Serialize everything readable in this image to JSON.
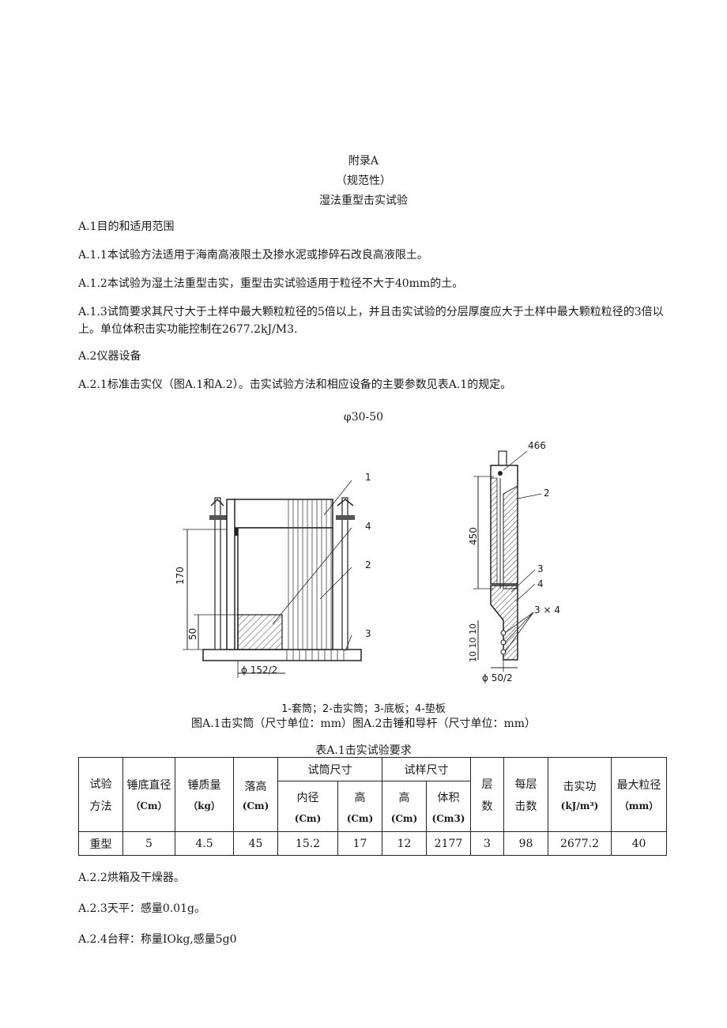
{
  "appendix": {
    "title": "附录A",
    "type": "（规范性）",
    "name": "湿法重型击实试验"
  },
  "sections": {
    "a1_heading": "A.1目的和适用范围",
    "a1_1": "A.1.1本试验方法适用于海南高液限土及掺水泥或掺碎石改良高液限土。",
    "a1_2": "A.1.2本试验为湿土法重型击实，重型击实试验适用于粒径不大于40mm的土。",
    "a1_3": "A.1.3试筒要求其尺寸大于土样中最大颗粒粒径的5倍以上，并且击实试验的分层厚度应大于土样中最大颗粒粒径的3倍以上。单位体积击实功能控制在2677.2kJ/M3.",
    "a2_heading": "A.2仪器设备",
    "a2_1": "A.2.1标准击实仪（图A.1和A.2）。击实试验方法和相应设备的主要参数见表A.1的规定。",
    "a2_2": "A.2.2烘箱及干燥器。",
    "a2_3": "A.2.3天平：感量0.01g。",
    "a2_4": "A.2.4台秤：称量IOkg,感量5g0"
  },
  "figure": {
    "top_label": "φ30-50",
    "fig1_dims": {
      "d170": "170",
      "d50": "50",
      "d152": "ϕ 152/2"
    },
    "fig1_labels": [
      "1",
      "4",
      "2",
      "3"
    ],
    "fig2_dims": {
      "d466": "466",
      "d450": "450",
      "d10": "10 10 10",
      "d50": "ϕ 50/2",
      "d3x4": "3 × 4"
    },
    "fig2_labels": [
      "2",
      "3",
      "4"
    ],
    "legend": "1-套筒；2-击实筒；3-底板；4-垫板",
    "caption": "图A.1击实筒（尺寸单位：mm）图A.2击锤和导杆（尺寸单位：mm）"
  },
  "table": {
    "caption": "表A.1击实试验要求",
    "headers": {
      "method": [
        "试验",
        "方法"
      ],
      "hammer_dia": [
        "锤底直径",
        "（Cm）"
      ],
      "hammer_mass": [
        "锤质量",
        "（kg）"
      ],
      "drop": [
        "落高",
        "(Cm)"
      ],
      "cylinder": "试筒尺寸",
      "cyl_inner": [
        "内径",
        "(Cm)"
      ],
      "cyl_height": [
        "高",
        "(Cm)"
      ],
      "sample": "试样尺寸",
      "sample_height": [
        "高",
        "(Cm)"
      ],
      "sample_volume": [
        "体积",
        "(Cm3)"
      ],
      "layers": [
        "层",
        "数"
      ],
      "blows": [
        "每层",
        "击数"
      ],
      "energy": [
        "击实功",
        "(kJ/m³)"
      ],
      "max_size": [
        "最大粒径",
        "（mm）"
      ]
    },
    "row": [
      "重型",
      "5",
      "4.5",
      "45",
      "15.2",
      "17",
      "12",
      "2177",
      "3",
      "98",
      "2677.2",
      "40"
    ]
  }
}
